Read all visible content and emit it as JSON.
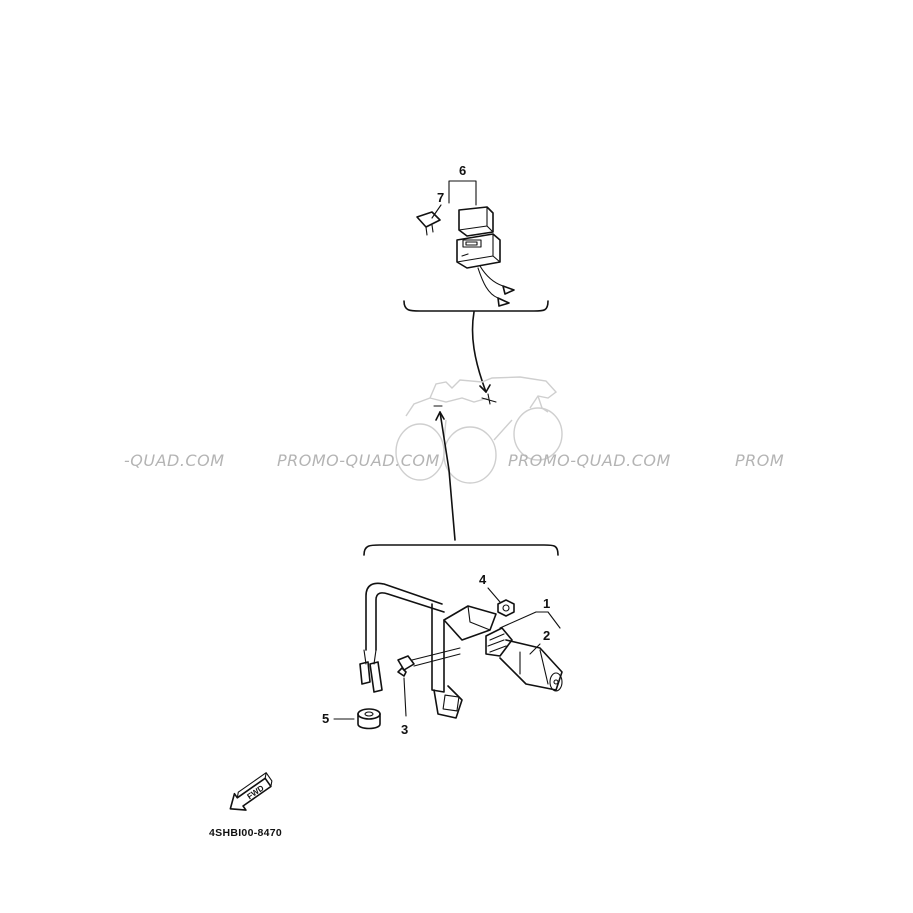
{
  "callouts": {
    "c1": "1",
    "c2": "2",
    "c3": "3",
    "c4": "4",
    "c5": "5",
    "c6": "6",
    "c7": "7"
  },
  "watermarks": [
    "-QUAD.COM",
    "PROMO-QUAD.COM",
    "PROMO-QUAD.COM",
    "PROM"
  ],
  "direction_arrow": {
    "label": "FWD"
  },
  "diagram_code": "4SHBI00-8470",
  "parts": [
    {
      "ref": "1",
      "icon": "brake-light-switch-assembly-icon"
    },
    {
      "ref": "2",
      "icon": "switch-body-icon"
    },
    {
      "ref": "3",
      "icon": "bolt-icon"
    },
    {
      "ref": "4",
      "icon": "nut-icon"
    },
    {
      "ref": "5",
      "icon": "grommet-icon"
    },
    {
      "ref": "6",
      "icon": "relay-icon"
    },
    {
      "ref": "7",
      "icon": "fuse-icon"
    }
  ],
  "colors": {
    "ink": "#111111",
    "watermark": "#b4b4b4",
    "background": "#ffffff"
  }
}
